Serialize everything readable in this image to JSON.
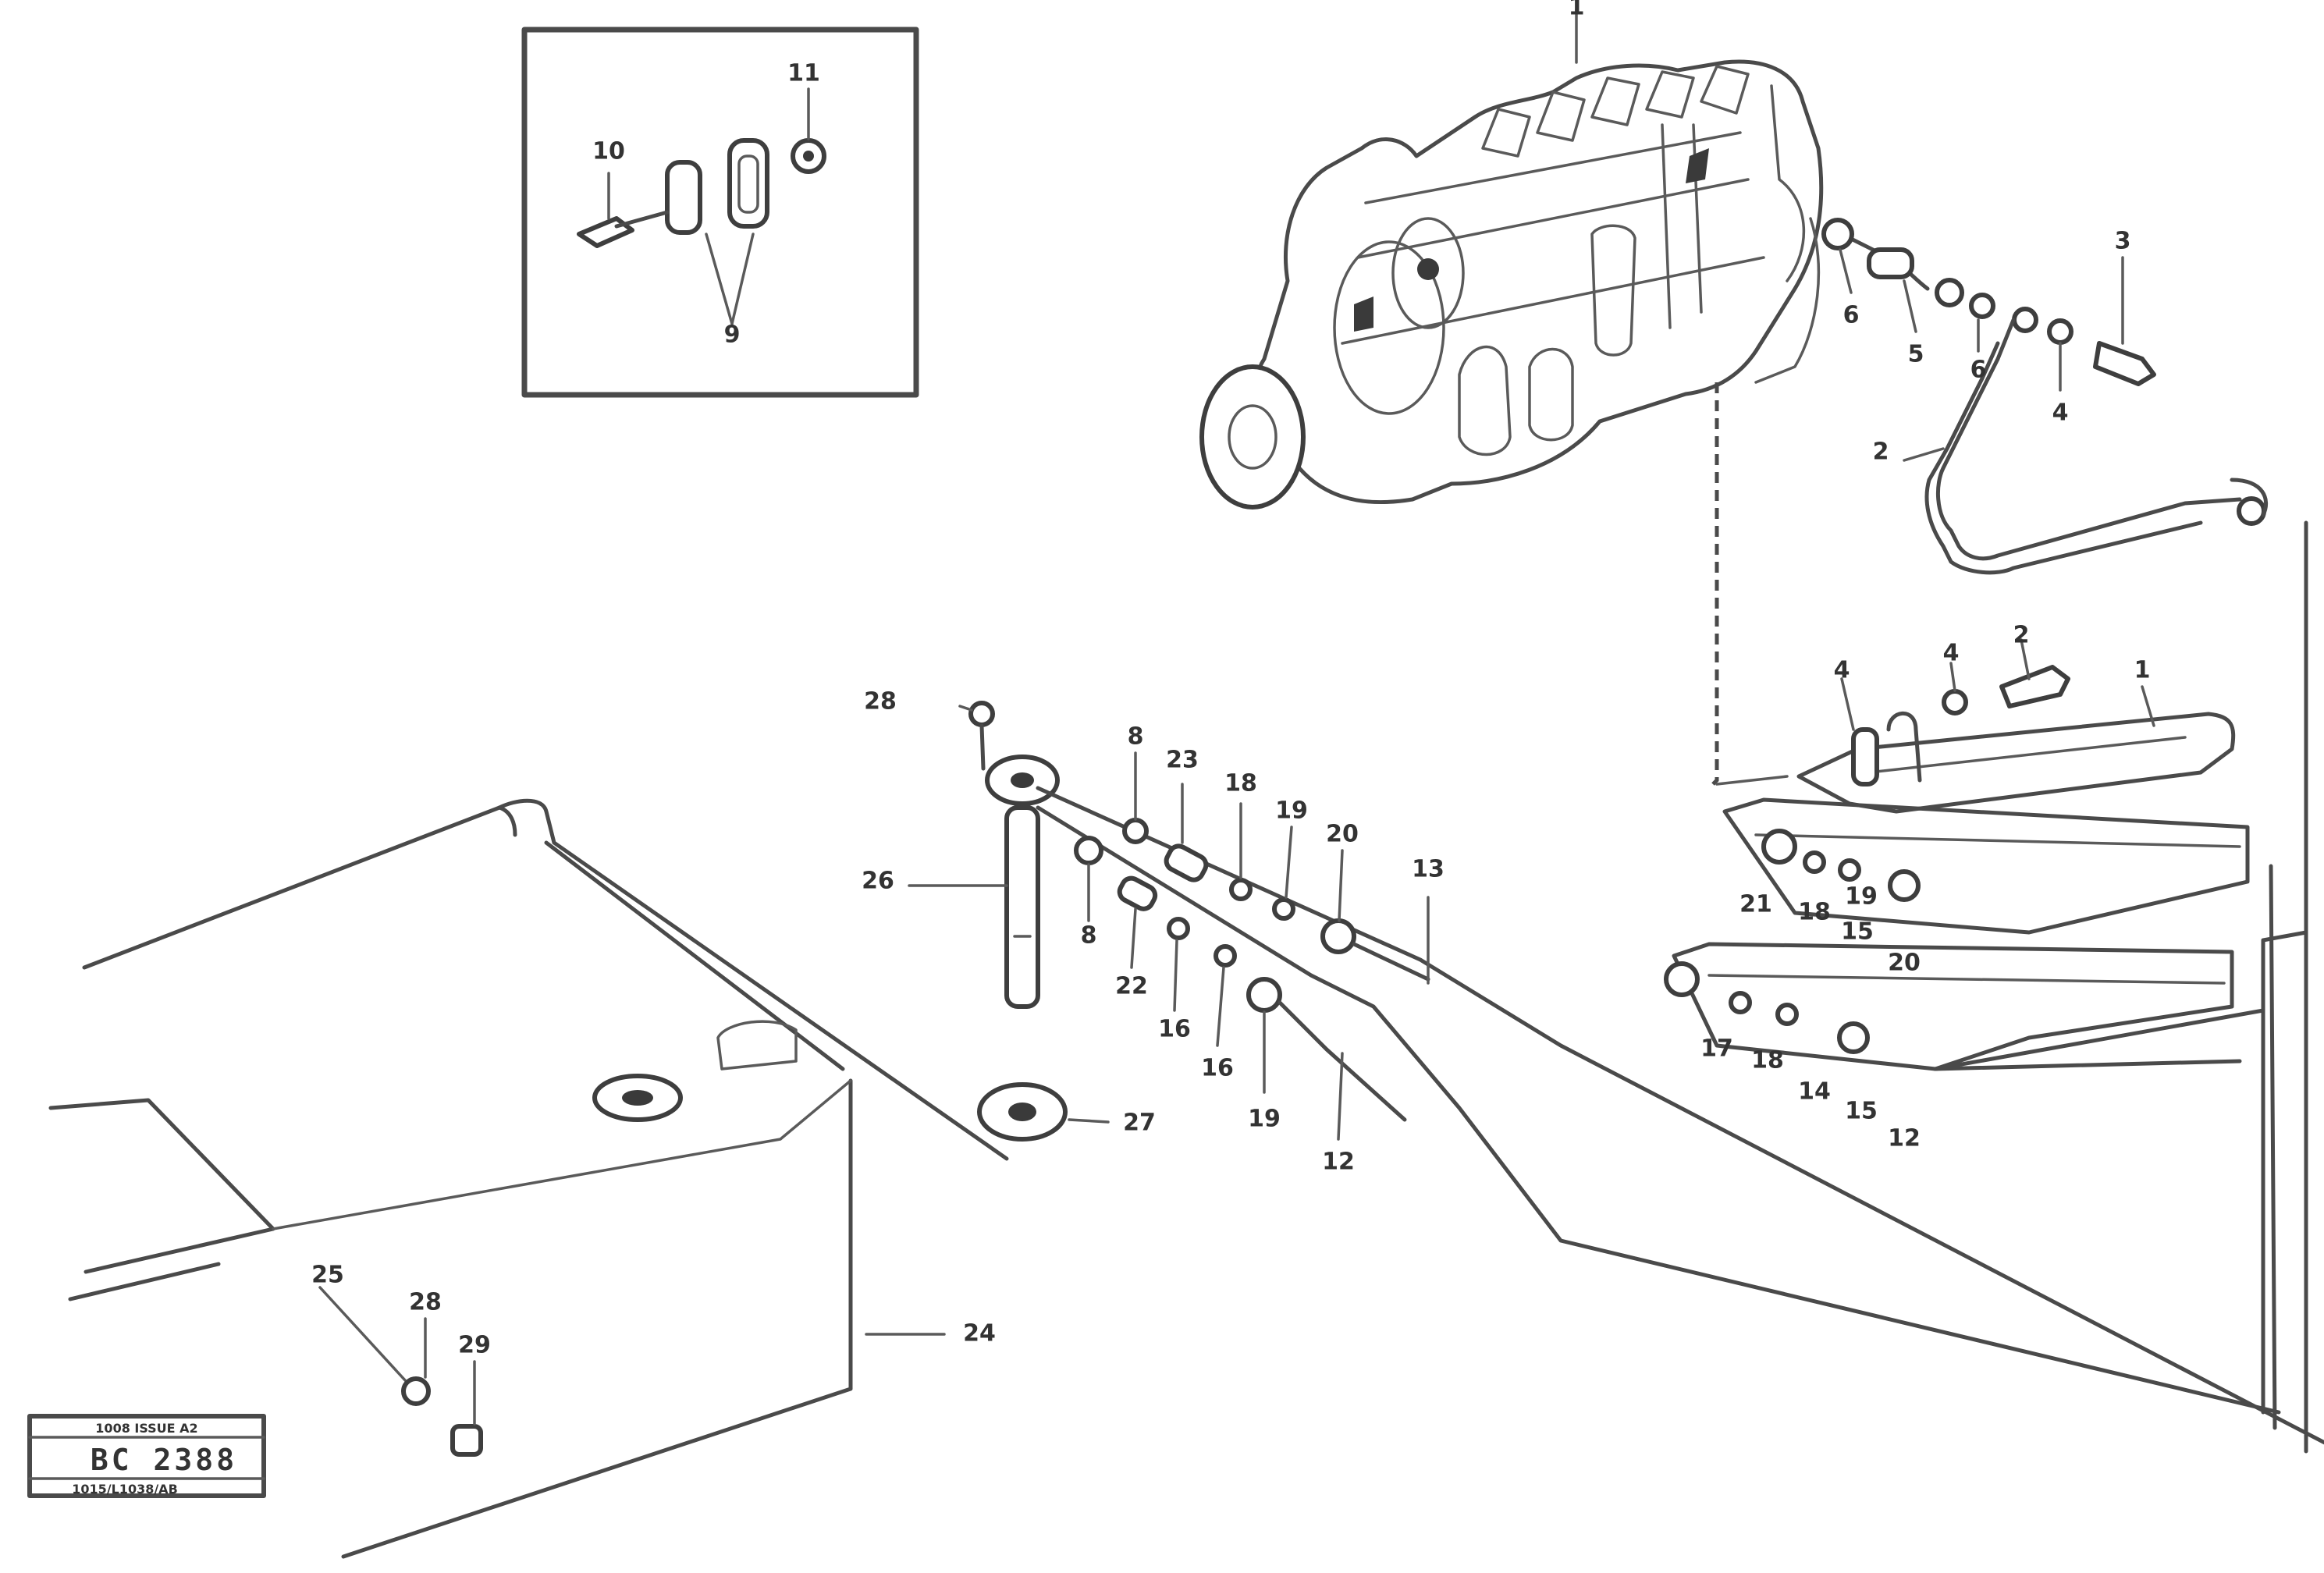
{
  "reference_box": {
    "top_line": "1008 ISSUE A2",
    "drawing_number": "BC 2388",
    "bottom_line": "1015/L1038/AB"
  },
  "callouts": [
    {
      "id": "c-1-top",
      "label": "1"
    },
    {
      "id": "c-1-filter",
      "label": "1"
    },
    {
      "id": "c-2-top",
      "label": "2"
    },
    {
      "id": "c-2-filter",
      "label": "2"
    },
    {
      "id": "c-3-pipe",
      "label": "3"
    },
    {
      "id": "c-4-top",
      "label": "4"
    },
    {
      "id": "c-4-filter-a",
      "label": "4"
    },
    {
      "id": "c-4-filter-b",
      "label": "4"
    },
    {
      "id": "c-5-top",
      "label": "5"
    },
    {
      "id": "c-6-top",
      "label": "6"
    },
    {
      "id": "c-6-right",
      "label": "6"
    },
    {
      "id": "c-8-pipe",
      "label": "8"
    },
    {
      "id": "c-8-low",
      "label": "8"
    },
    {
      "id": "c-9-inset",
      "label": "9"
    },
    {
      "id": "c-10-inset",
      "label": "10"
    },
    {
      "id": "c-11-inset",
      "label": "11"
    },
    {
      "id": "c-12-pipe",
      "label": "12"
    },
    {
      "id": "c-12-right",
      "label": "12"
    },
    {
      "id": "c-13-pipe",
      "label": "13"
    },
    {
      "id": "c-14-filter",
      "label": "14"
    },
    {
      "id": "c-15-filter",
      "label": "15"
    },
    {
      "id": "c-15-right",
      "label": "15"
    },
    {
      "id": "c-16-mid",
      "label": "16"
    },
    {
      "id": "c-16-low",
      "label": "16"
    },
    {
      "id": "c-17-filter",
      "label": "17"
    },
    {
      "id": "c-18-mid",
      "label": "18"
    },
    {
      "id": "c-18-low",
      "label": "18"
    },
    {
      "id": "c-18-right",
      "label": "18"
    },
    {
      "id": "c-19-mid",
      "label": "19"
    },
    {
      "id": "c-19-low",
      "label": "19"
    },
    {
      "id": "c-19-right",
      "label": "19"
    },
    {
      "id": "c-20-mid",
      "label": "20"
    },
    {
      "id": "c-20-right",
      "label": "20"
    },
    {
      "id": "c-21-right",
      "label": "21"
    },
    {
      "id": "c-22-mid",
      "label": "22"
    },
    {
      "id": "c-23-mid",
      "label": "23"
    },
    {
      "id": "c-24-tank",
      "label": "24"
    },
    {
      "id": "c-25-tank",
      "label": "25"
    },
    {
      "id": "c-26-rod",
      "label": "26"
    },
    {
      "id": "c-27-base",
      "label": "27"
    },
    {
      "id": "c-28-top",
      "label": "28"
    },
    {
      "id": "c-28-tank",
      "label": "28"
    },
    {
      "id": "c-29-tank",
      "label": "29"
    }
  ]
}
